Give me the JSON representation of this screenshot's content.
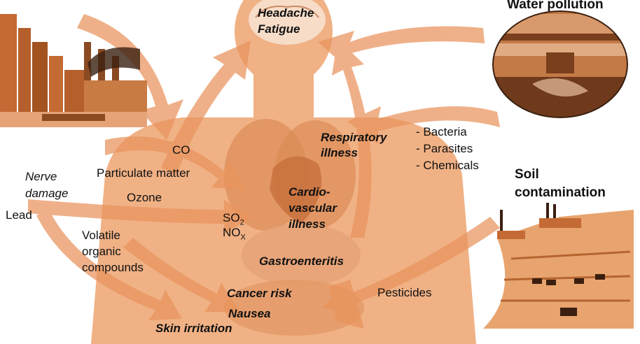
{
  "titles": {
    "water_pollution": "Water pollution",
    "soil_contamination_1": "Soil",
    "soil_contamination_2": "contamination"
  },
  "illnesses": {
    "headache": "Headache",
    "fatigue": "Fatigue",
    "respiratory_1": "Respiratory",
    "respiratory_2": "illness",
    "cardio_1": "Cardio-",
    "cardio_2": "vascular",
    "cardio_3": "illness",
    "gastro": "Gastroenteritis",
    "cancer": "Cancer risk",
    "nausea": "Nausea",
    "skin": "Skin irritation",
    "nerve_1": "Nerve",
    "nerve_2": "damage"
  },
  "pollutants": {
    "co": "CO",
    "pm": "Particulate matter",
    "ozone": "Ozone",
    "lead": "Lead",
    "voc_1": "Volatile",
    "voc_2": "organic",
    "voc_3": "compounds",
    "so2": "SO",
    "so2_sub": "2",
    "nox": "NO",
    "nox_sub": "X",
    "pesticides": "Pesticides"
  },
  "water_agents": [
    "- Bacteria",
    "- Parasites",
    "- Chemicals"
  ],
  "colors": {
    "body": "#f0b185",
    "arrow": "#e9935c",
    "dark": "#8a4a22",
    "pale": "#f6d3b8"
  }
}
